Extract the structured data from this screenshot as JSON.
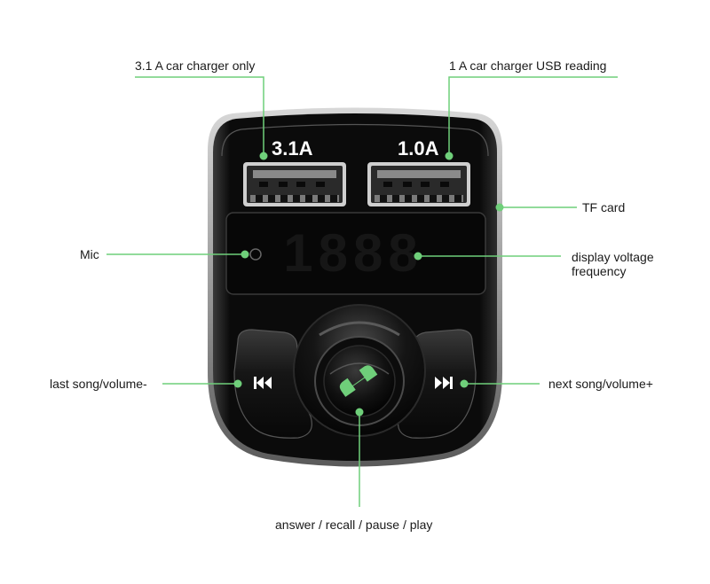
{
  "diagram": {
    "subject": "Bluetooth FM transmitter car charger",
    "accent_color": "#6fcf7a",
    "body_color": "#0a0a0a",
    "device": {
      "port_left_label": "3.1A",
      "port_right_label": "1.0A",
      "display_text": "1888"
    },
    "callouts": [
      {
        "id": "port-left",
        "label": "3.1 A car charger only",
        "icon": "usb-port-icon"
      },
      {
        "id": "port-right",
        "label": "1 A car charger USB reading",
        "icon": "usb-port-icon"
      },
      {
        "id": "tf-card",
        "label": "TF card",
        "icon": "tf-card-slot-icon"
      },
      {
        "id": "mic",
        "label": "Mic",
        "icon": "microphone-hole-icon"
      },
      {
        "id": "display",
        "label_line1": "display voltage",
        "label_line2": "frequency",
        "icon": "led-display-icon"
      },
      {
        "id": "prev",
        "label": "last song/volume-",
        "icon": "skip-previous-icon"
      },
      {
        "id": "next",
        "label": "next song/volume+",
        "icon": "skip-next-icon"
      },
      {
        "id": "call",
        "label": "answer / recall / pause / play",
        "icon": "phone-icon"
      }
    ]
  }
}
